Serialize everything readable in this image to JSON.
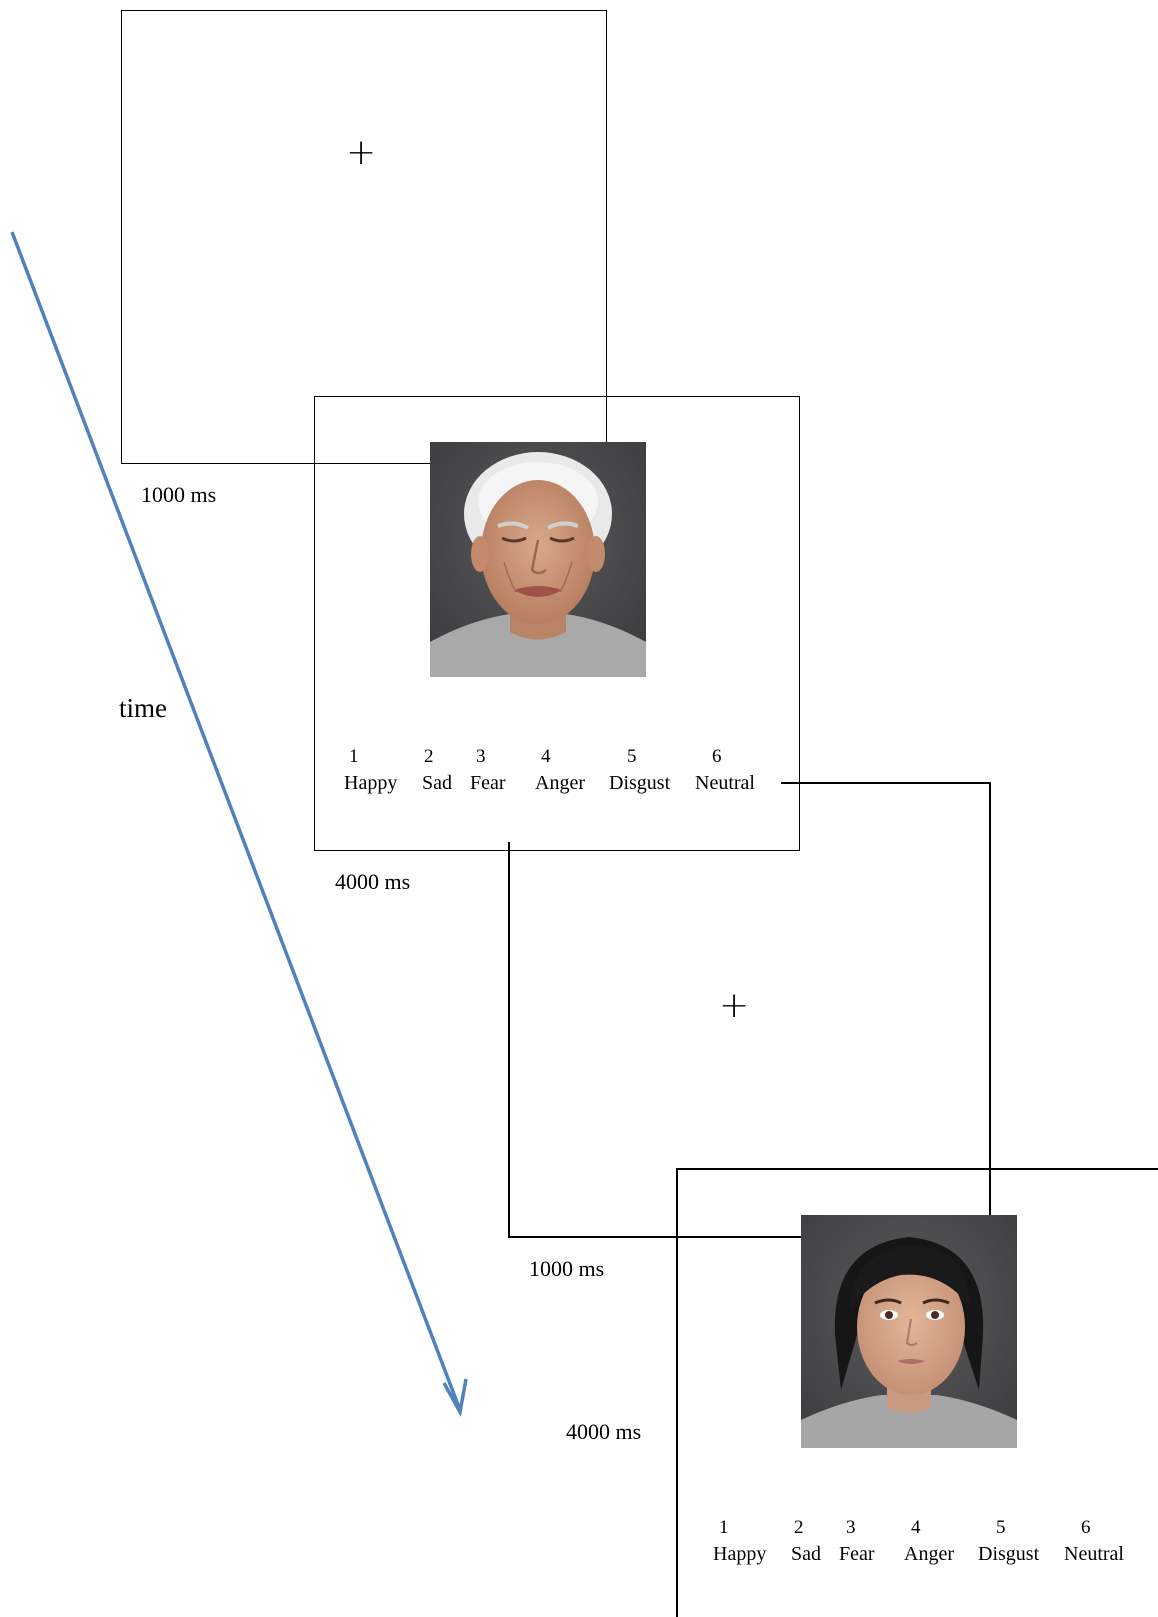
{
  "fixation_symbol": "+",
  "timeline": {
    "label": "time",
    "arrow_color": "#4f81bd"
  },
  "durations": {
    "fixation_1": "1000 ms",
    "face_1": "4000 ms",
    "fixation_2": "1000 ms",
    "face_2": "4000 ms"
  },
  "response_options": [
    {
      "key": "1",
      "label": "Happy"
    },
    {
      "key": "2",
      "label": "Sad"
    },
    {
      "key": "3",
      "label": "Fear"
    },
    {
      "key": "4",
      "label": "Anger"
    },
    {
      "key": "5",
      "label": "Disgust"
    },
    {
      "key": "6",
      "label": "Neutral"
    }
  ],
  "stimuli": {
    "face_1": {
      "description_icon": "elderly-man-face-photo",
      "background": "#4a4a4c"
    },
    "face_2": {
      "description_icon": "young-woman-face-photo",
      "background": "#4b4b4d"
    }
  }
}
